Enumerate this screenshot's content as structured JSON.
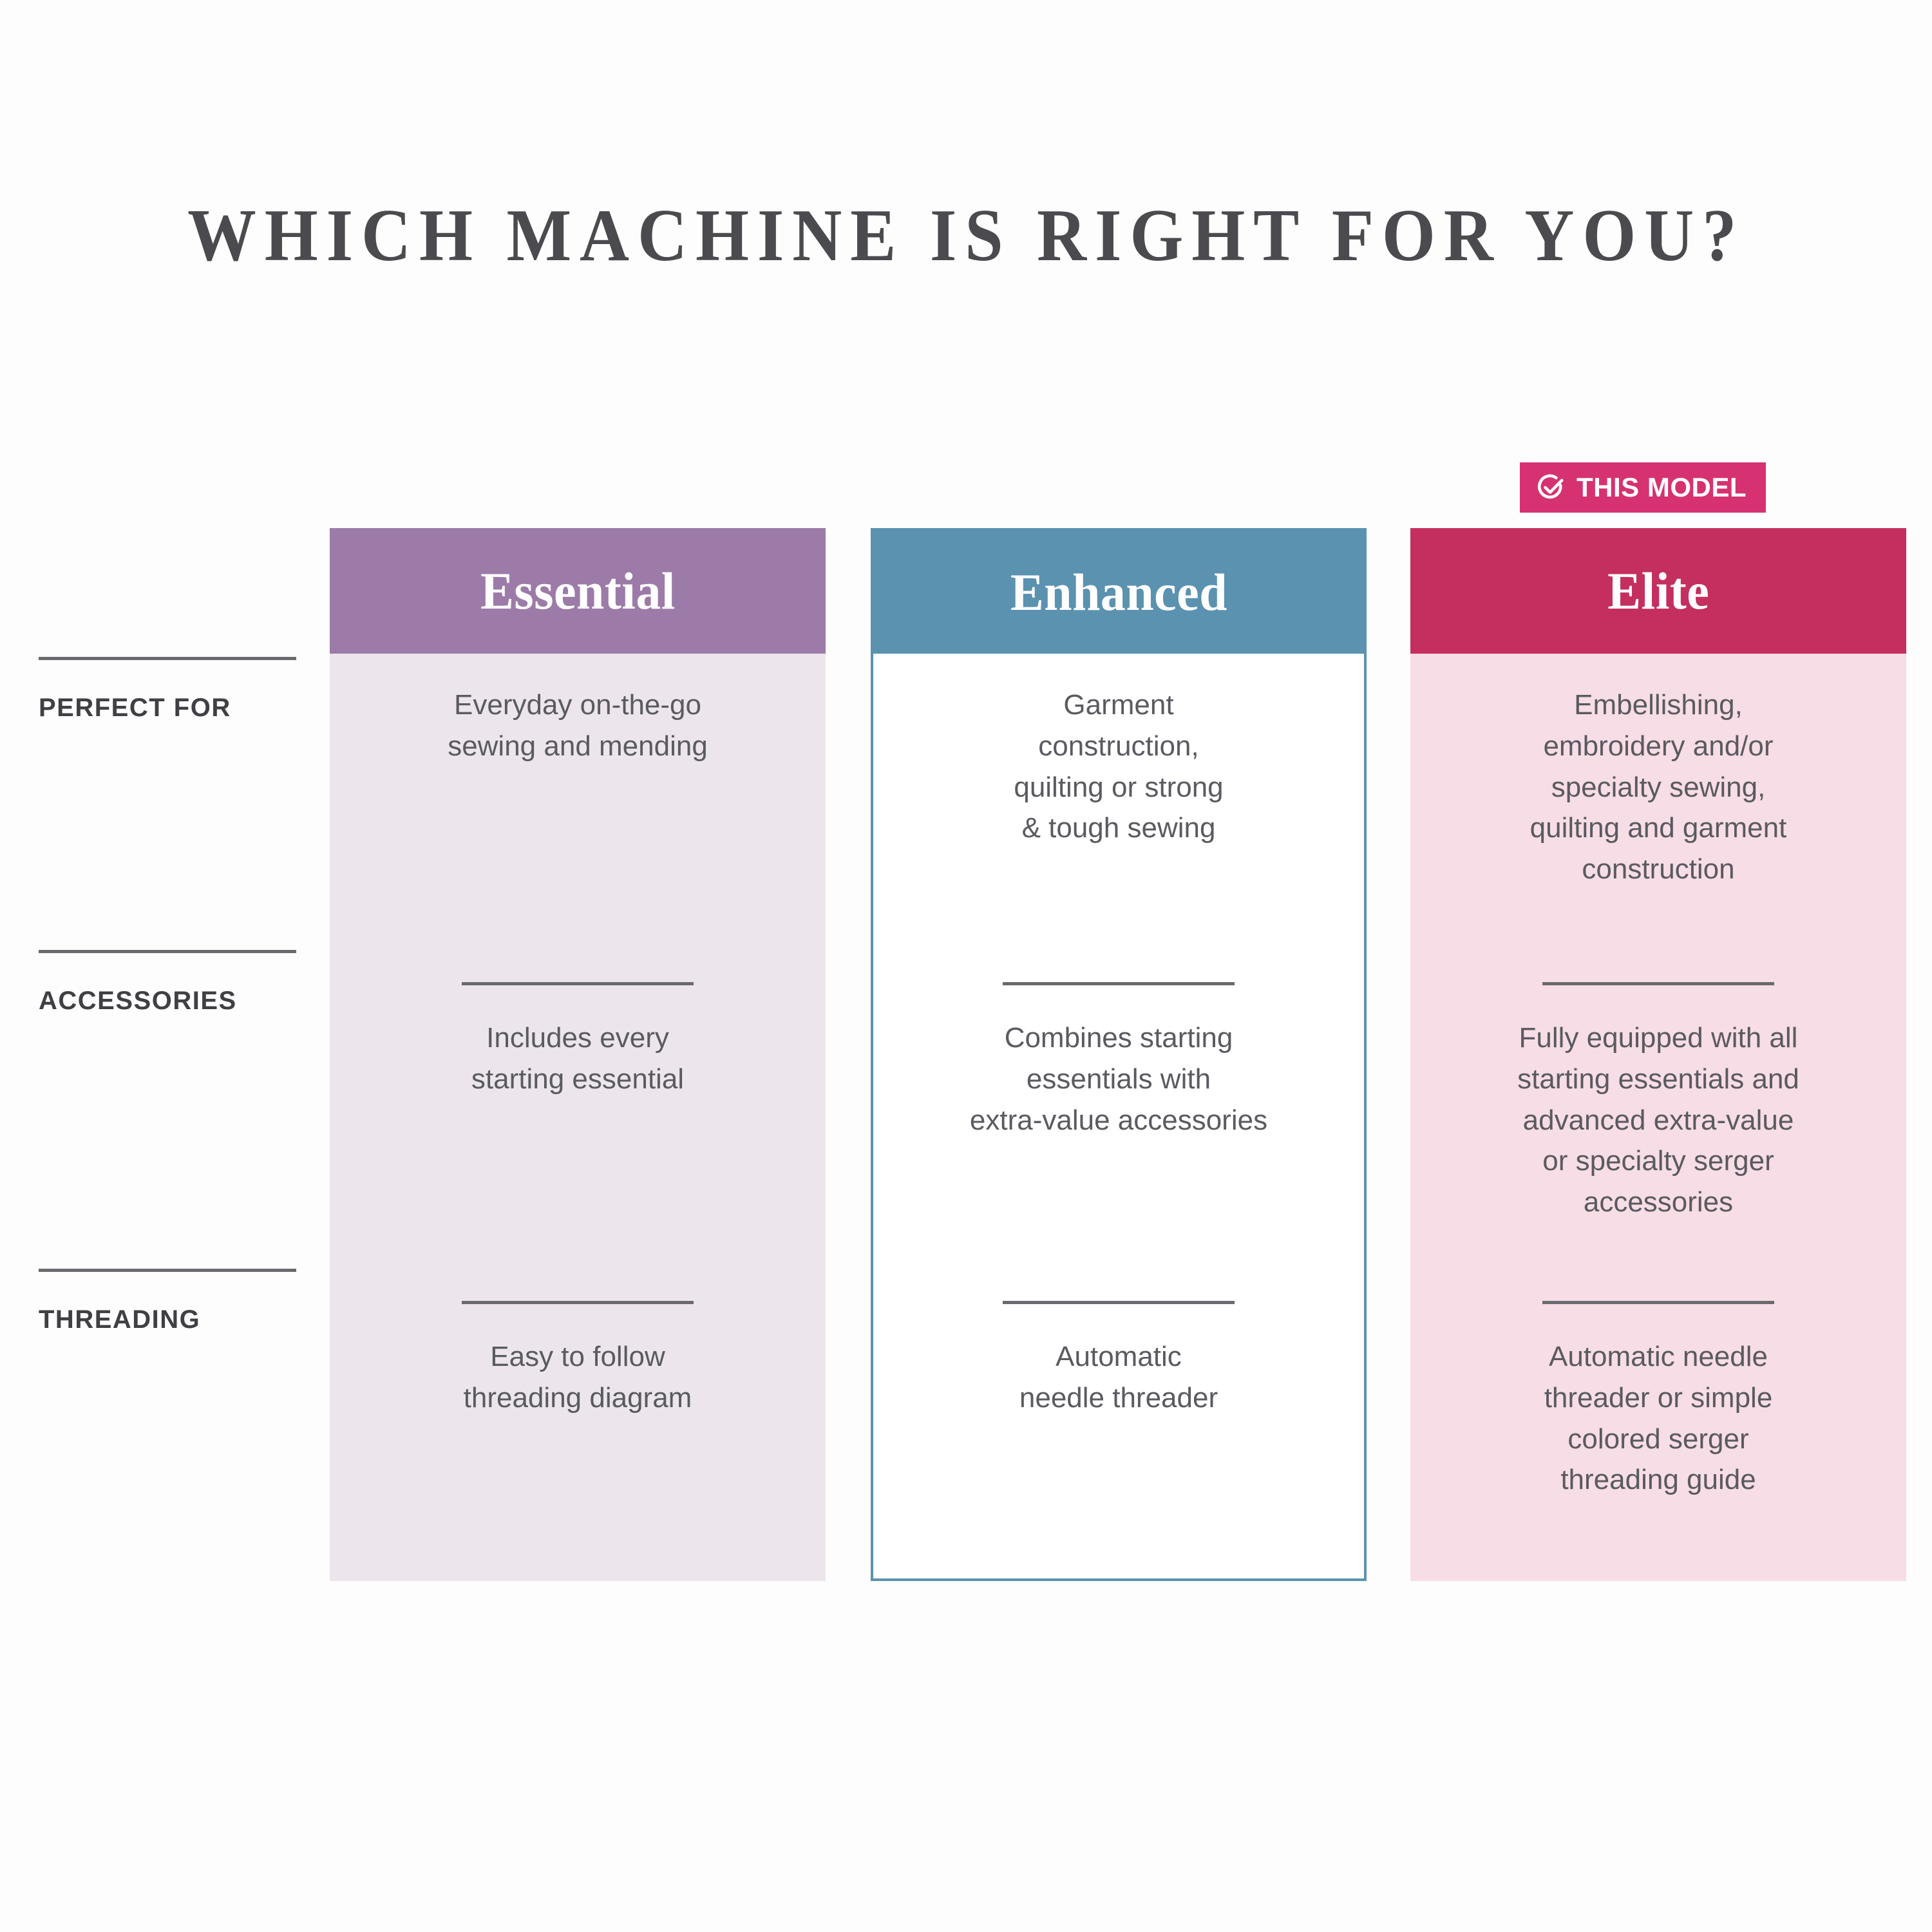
{
  "page": {
    "title": "WHICH MACHINE IS RIGHT FOR YOU?",
    "background": "#fdfdfd"
  },
  "badge": {
    "label": "THIS MODEL",
    "icon": "check-circle-icon",
    "background": "#d63272",
    "text_color": "#ffffff",
    "applies_to_column": "Elite"
  },
  "row_labels": [
    {
      "label": "PERFECT FOR"
    },
    {
      "label": "ACCESSORIES"
    },
    {
      "label": "THREADING"
    }
  ],
  "columns": [
    {
      "name": "Essential",
      "header_color": "#9c7ba8",
      "body_color": "#ece6ec",
      "highlighted": false,
      "cells": [
        "Everyday on-the-go\nsewing and mending",
        "Includes every\nstarting essential",
        "Easy to follow\nthreading diagram"
      ]
    },
    {
      "name": "Enhanced",
      "header_color": "#5b92b0",
      "body_color": "#ffffff",
      "border_color": "#5b92b0",
      "highlighted": false,
      "cells": [
        "Garment\nconstruction,\nquilting or strong\n& tough sewing",
        "Combines starting\nessentials with\nextra-value accessories",
        "Automatic\nneedle threader"
      ]
    },
    {
      "name": "Elite",
      "header_color": "#c42f5f",
      "body_color": "#f7dde5",
      "highlighted": true,
      "cells": [
        "Embellishing,\nembroidery and/or\nspecialty sewing,\nquilting and garment\nconstruction",
        "Fully equipped with all\nstarting essentials and\nadvanced extra-value\nor specialty serger\naccessories",
        "Automatic needle\nthreader or simple\ncolored serger\nthreading guide"
      ]
    }
  ]
}
